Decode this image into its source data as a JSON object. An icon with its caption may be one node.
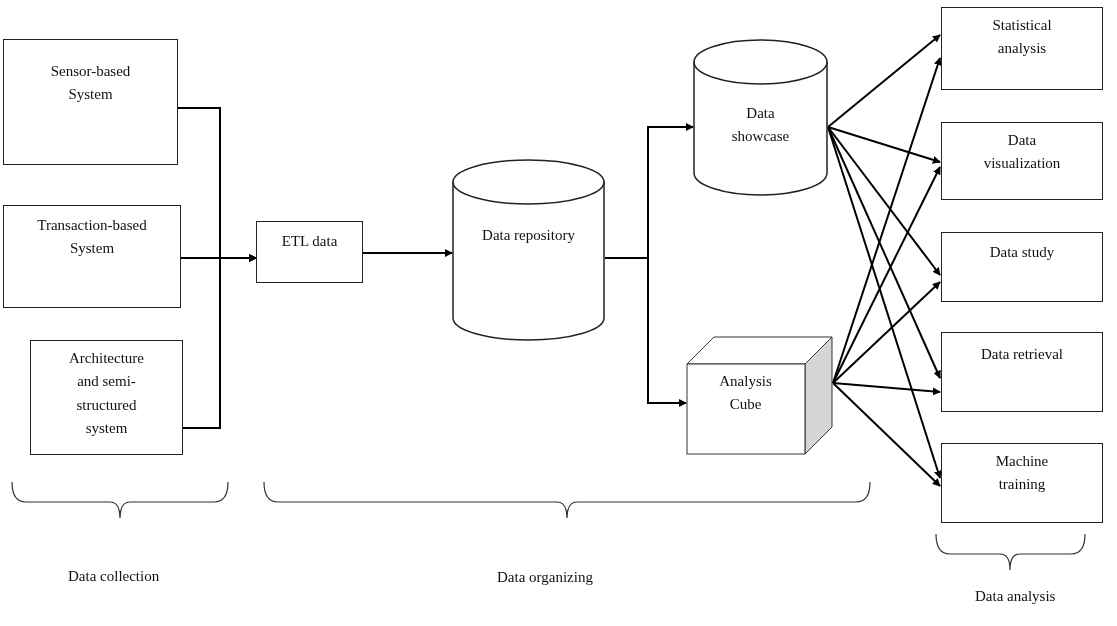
{
  "diagram": {
    "nodes": [
      {
        "text": [
          "Sensor-based System"
        ]
      },
      {
        "text": [
          "Transaction-based System"
        ]
      },
      {
        "text": [
          "Architecture and semi-structured system"
        ]
      },
      {
        "text": [
          "ETL data"
        ]
      },
      {
        "text": [
          "Data repository"
        ]
      },
      {
        "text": [
          "Data showcase"
        ]
      },
      {
        "text": [
          "Analysis Cube"
        ]
      },
      {
        "text": [
          "Statistical analysis"
        ]
      },
      {
        "text": [
          "Data visualization"
        ]
      },
      {
        "text": [
          "Data study"
        ]
      },
      {
        "text": [
          "Data retrieval"
        ]
      },
      {
        "text": [
          "Machine training"
        ]
      }
    ],
    "edges": [
      {
        "from": 0,
        "to": 3,
        "arrow": "to"
      },
      {
        "from": 1,
        "to": 3,
        "arrow": "to"
      },
      {
        "from": 2,
        "to": 3,
        "arrow": "to"
      },
      {
        "from": 3,
        "to": 4,
        "arrow": "to"
      },
      {
        "from": 4,
        "to": 5,
        "arrow": "to"
      },
      {
        "from": 4,
        "to": 6,
        "arrow": "to"
      },
      {
        "from": 5,
        "to": 7,
        "arrow": "to"
      },
      {
        "from": 5,
        "to": 8,
        "arrow": "to"
      },
      {
        "from": 5,
        "to": 9,
        "arrow": "to"
      },
      {
        "from": 5,
        "to": 10,
        "arrow": "to"
      },
      {
        "from": 5,
        "to": 11,
        "arrow": "to"
      },
      {
        "from": 6,
        "to": 7,
        "arrow": "to"
      },
      {
        "from": 6,
        "to": 8,
        "arrow": "to"
      },
      {
        "from": 6,
        "to": 9,
        "arrow": "to"
      },
      {
        "from": 6,
        "to": 10,
        "arrow": "to"
      },
      {
        "from": 6,
        "to": 11,
        "arrow": "to"
      }
    ],
    "labels": [
      "Data collection",
      "Data organizing",
      "Data analysis"
    ]
  }
}
